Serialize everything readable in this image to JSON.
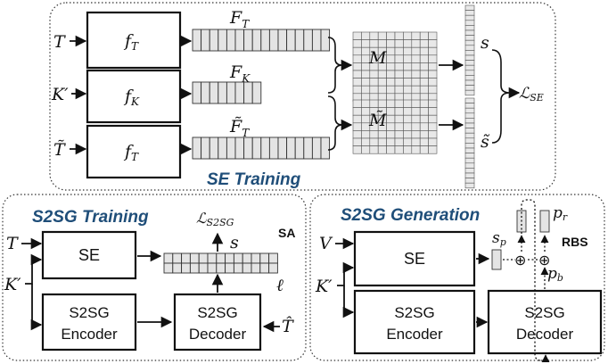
{
  "se_training": {
    "title": "SE Training",
    "inputs": [
      "T",
      "K′",
      "T̃"
    ],
    "encoders": [
      "f",
      "f",
      "f"
    ],
    "encoder_subs": [
      "T",
      "K",
      "T"
    ],
    "features": [
      "F",
      "F",
      "F̃"
    ],
    "feature_subs": [
      "T",
      "K",
      "T"
    ],
    "matrices": [
      "M",
      "M̃"
    ],
    "scores": [
      "s",
      "s̃"
    ],
    "loss": "ℒ",
    "loss_sub": "SE"
  },
  "s2sg_training": {
    "title": "S2SG Training",
    "inputs": [
      "T",
      "K′",
      "T̂"
    ],
    "se_label": "SE",
    "encoder_label": [
      "S2SG",
      "Encoder"
    ],
    "decoder_label": [
      "S2SG",
      "Decoder"
    ],
    "loss": "ℒ",
    "loss_sub": "S2SG",
    "score": "s",
    "sa_label": "SA",
    "ell": "ℓ"
  },
  "s2sg_generation": {
    "title": "S2SG Generation",
    "inputs": [
      "V",
      "K′"
    ],
    "se_label": "SE",
    "encoder_label": [
      "S2SG",
      "Encoder"
    ],
    "decoder_label": [
      "S2SG",
      "Decoder"
    ],
    "sp": "s",
    "sp_sub": "p",
    "pr": "p",
    "pr_sub": "r",
    "pb": "p",
    "pb_sub": "b",
    "rbs_label": "RBS",
    "plus": "⊕"
  }
}
